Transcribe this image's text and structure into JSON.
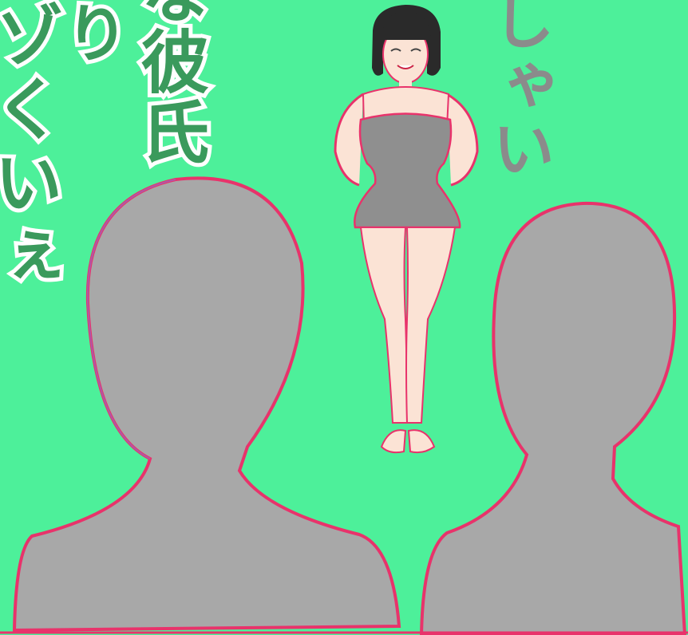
{
  "captions": {
    "left_column": "ゾくいぇ",
    "second_column": "り",
    "middle_column": "な彼氏",
    "right_column": "しゃい"
  },
  "colors": {
    "background": "#4df09a",
    "silhouette_fill": "#a8a8a8",
    "silhouette_outline": "#e8336b",
    "skin": "#fbe3d5",
    "dress": "#8f8f8f",
    "hair": "#2a2a2a",
    "caption_text": "#3a9a5c",
    "right_caption_text": "#8b8b8b"
  }
}
